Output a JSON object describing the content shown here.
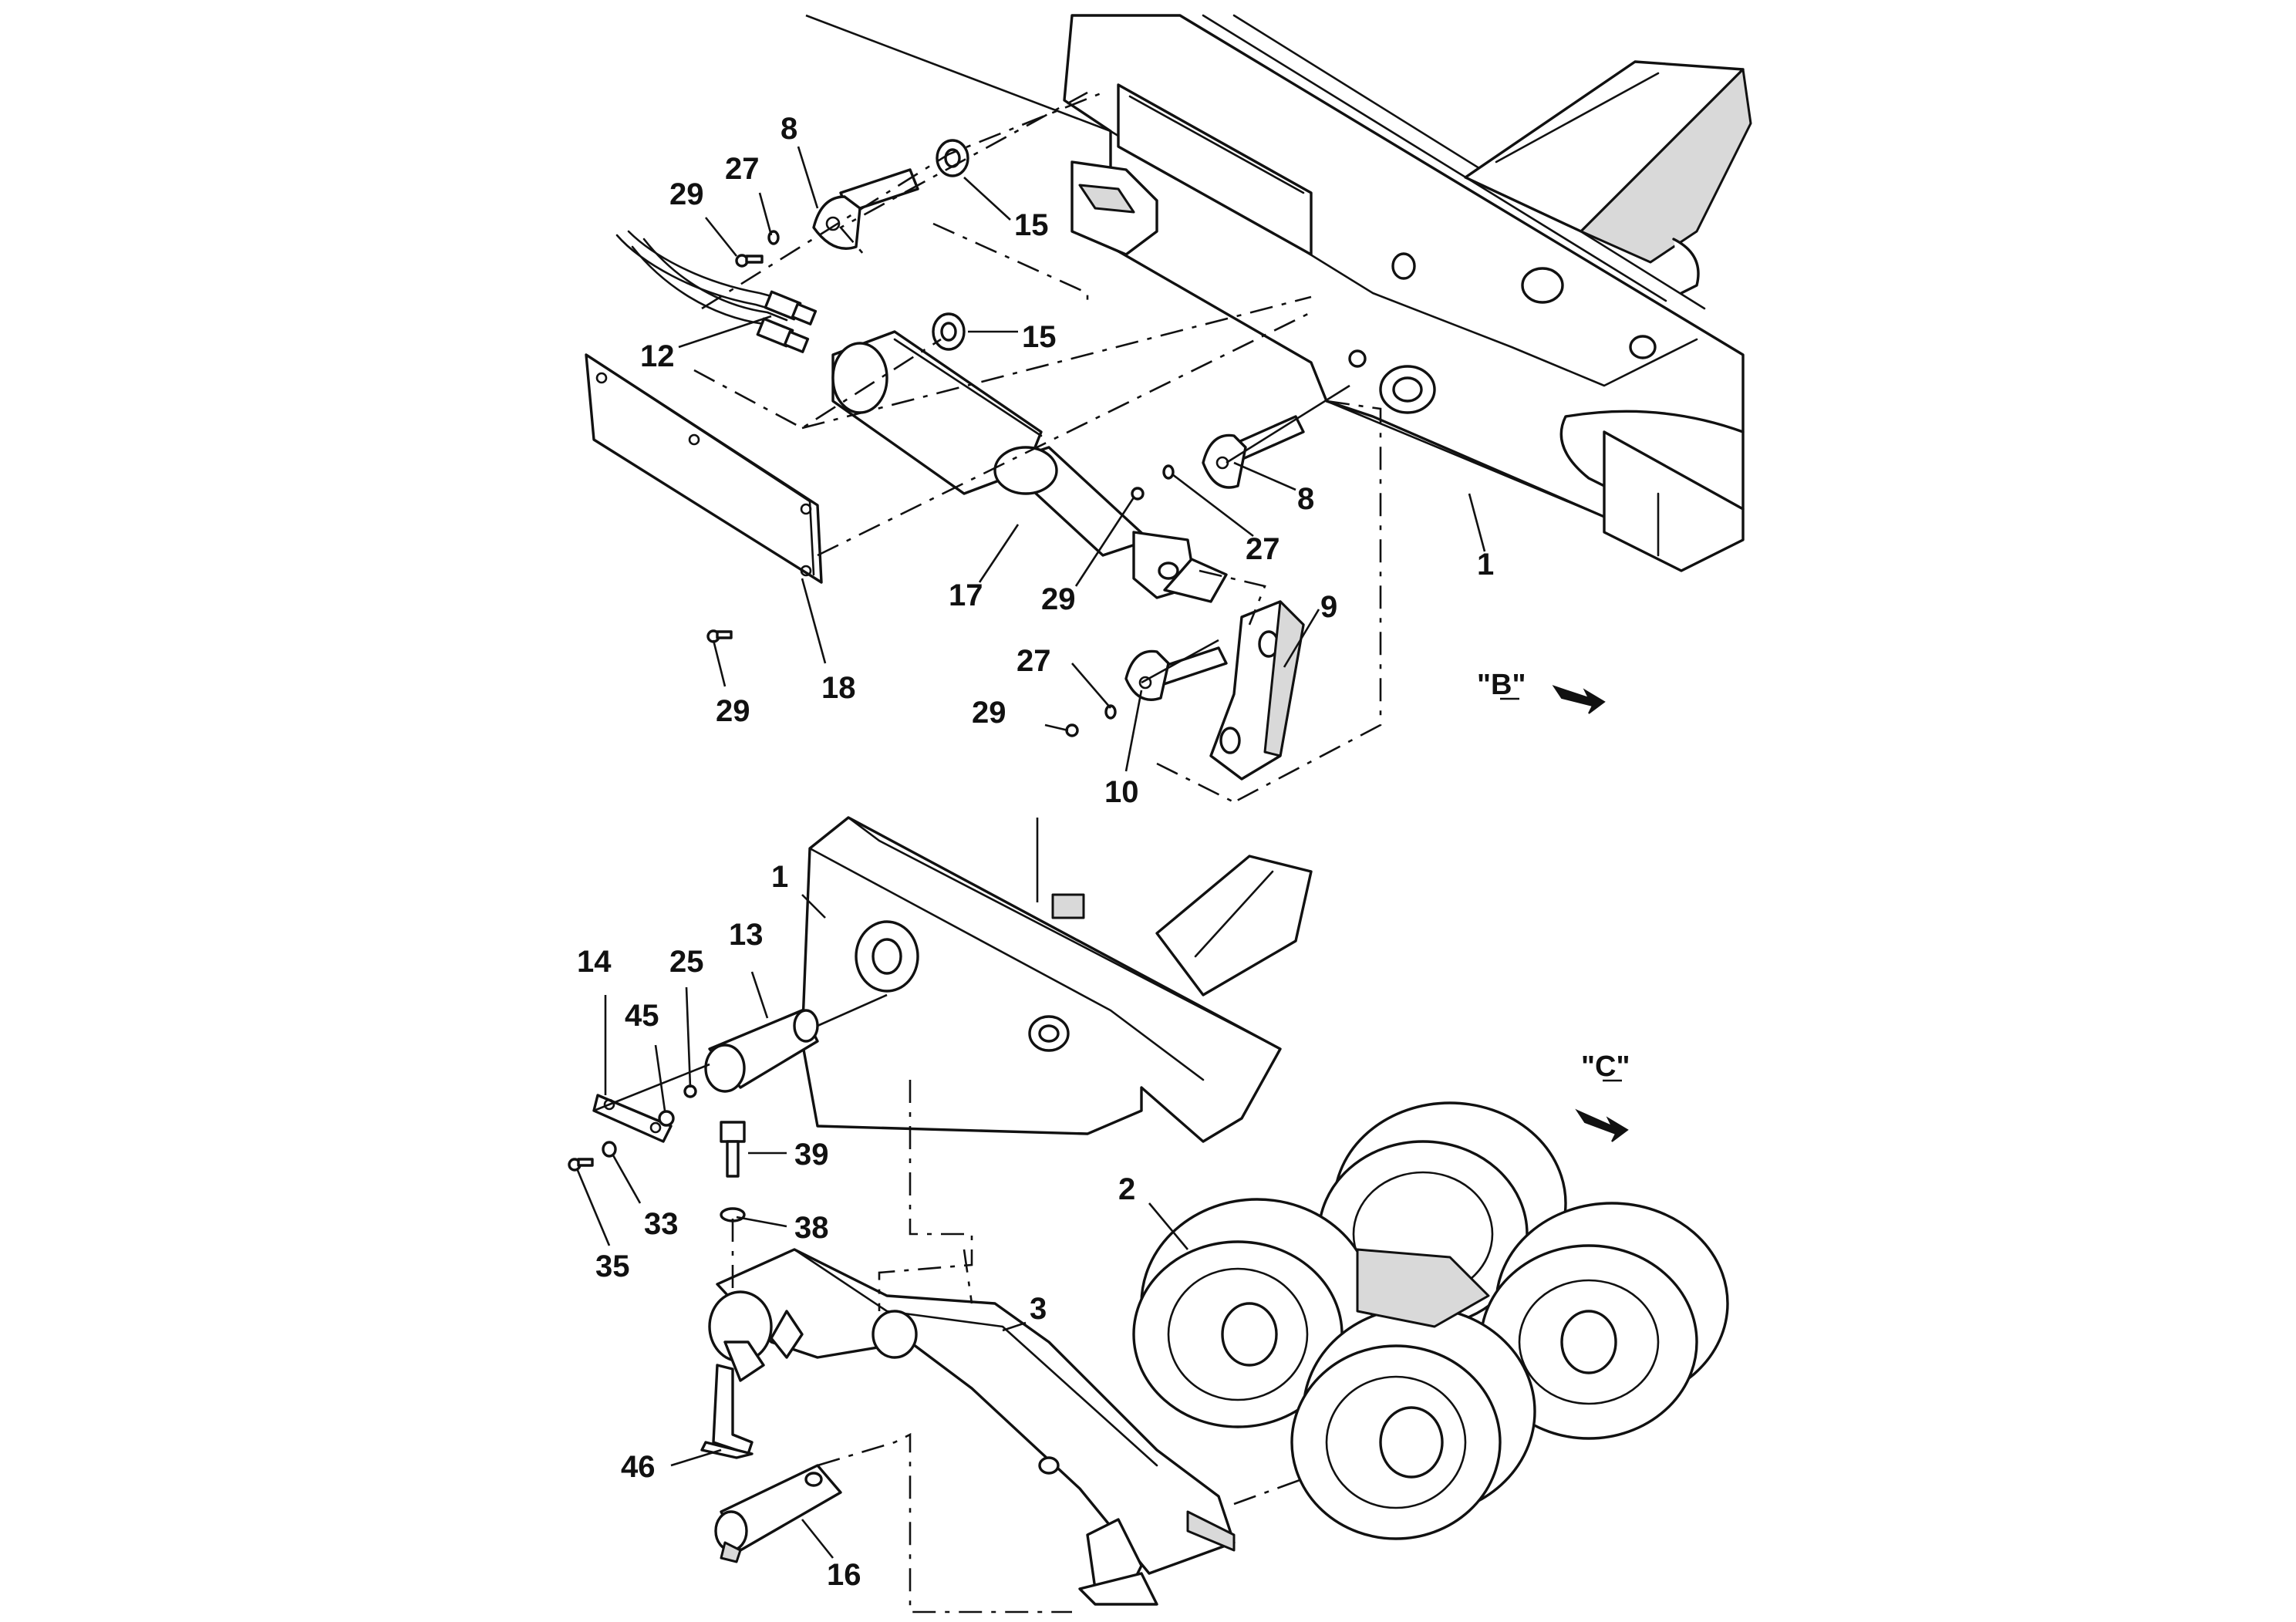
{
  "callouts": {
    "c8a": "8",
    "c27a": "27",
    "c29a": "29",
    "c15a": "15",
    "c12": "12",
    "c15b": "15",
    "c8b": "8",
    "c27b": "27",
    "c29b": "29",
    "c17": "17",
    "c1a": "1",
    "c9": "9",
    "c29c": "29",
    "c18": "18",
    "c27c": "27",
    "c29d": "29",
    "c10": "10",
    "c1b": "1",
    "c14": "14",
    "c25": "25",
    "c13": "13",
    "c45": "45",
    "c39": "39",
    "c33": "33",
    "c38": "38",
    "c35": "35",
    "c2": "2",
    "c3": "3",
    "c46": "46",
    "c16": "16"
  },
  "views": {
    "b": "\"B\"",
    "c": "\"C\""
  },
  "colors": {
    "line": "#111111",
    "shade": "#d9d9d9",
    "background": "#ffffff"
  }
}
